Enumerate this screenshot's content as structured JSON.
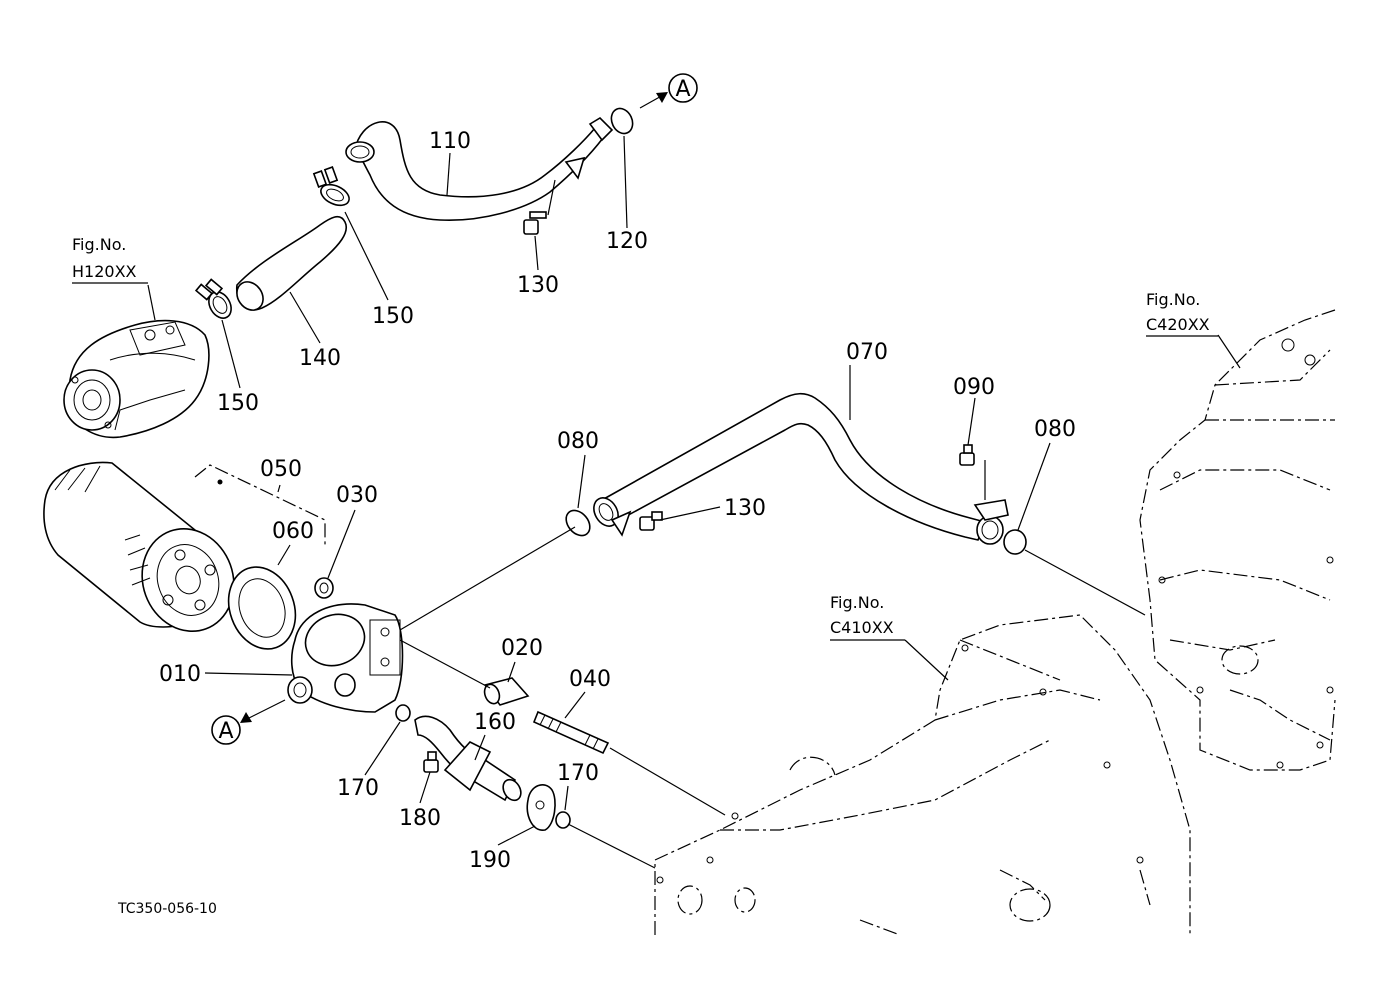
{
  "diagram": {
    "drawing_code": "TC350-056-10",
    "arrow_marker": "A",
    "fig_refs": [
      {
        "id": "h120",
        "line1": "Fig.No.",
        "line2": "H120XX"
      },
      {
        "id": "c420",
        "line1": "Fig.No.",
        "line2": "C420XX"
      },
      {
        "id": "c410",
        "line1": "Fig.No.",
        "line2": "C410XX"
      }
    ],
    "parts": [
      {
        "id": "p110",
        "label": "110"
      },
      {
        "id": "p120",
        "label": "120"
      },
      {
        "id": "p130a",
        "label": "130"
      },
      {
        "id": "p150a",
        "label": "150"
      },
      {
        "id": "p140",
        "label": "140"
      },
      {
        "id": "p150b",
        "label": "150"
      },
      {
        "id": "p070",
        "label": "070"
      },
      {
        "id": "p090",
        "label": "090"
      },
      {
        "id": "p080a",
        "label": "080"
      },
      {
        "id": "p080b",
        "label": "080"
      },
      {
        "id": "p130b",
        "label": "130"
      },
      {
        "id": "p050",
        "label": "050"
      },
      {
        "id": "p060",
        "label": "060"
      },
      {
        "id": "p030",
        "label": "030"
      },
      {
        "id": "p010",
        "label": "010"
      },
      {
        "id": "p020",
        "label": "020"
      },
      {
        "id": "p040",
        "label": "040"
      },
      {
        "id": "p160",
        "label": "160"
      },
      {
        "id": "p170a",
        "label": "170"
      },
      {
        "id": "p170b",
        "label": "170"
      },
      {
        "id": "p180",
        "label": "180"
      },
      {
        "id": "p190",
        "label": "190"
      }
    ]
  }
}
